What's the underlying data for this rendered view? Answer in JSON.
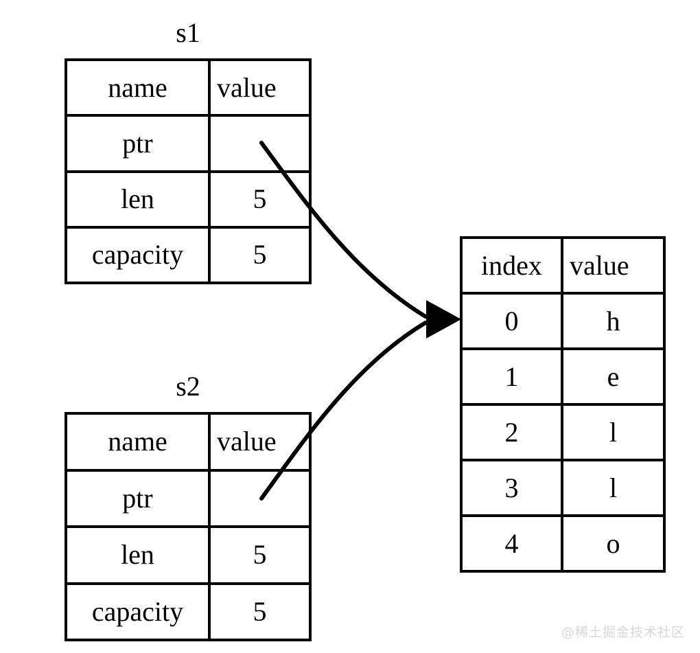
{
  "diagram": {
    "title_s1": "s1",
    "title_s2": "s2",
    "struct_headers": {
      "name": "name",
      "value": "value"
    },
    "heap_headers": {
      "index": "index",
      "value": "value"
    },
    "s1_rows": [
      {
        "name": "ptr",
        "value": ""
      },
      {
        "name": "len",
        "value": "5"
      },
      {
        "name": "capacity",
        "value": "5"
      }
    ],
    "s2_rows": [
      {
        "name": "ptr",
        "value": ""
      },
      {
        "name": "len",
        "value": "5"
      },
      {
        "name": "capacity",
        "value": "5"
      }
    ],
    "heap_rows": [
      {
        "index": "0",
        "value": "h"
      },
      {
        "index": "1",
        "value": "e"
      },
      {
        "index": "2",
        "value": "l"
      },
      {
        "index": "3",
        "value": "l"
      },
      {
        "index": "4",
        "value": "o"
      }
    ],
    "pointers": [
      {
        "from": "s1.ptr",
        "to": "heap.index.0"
      },
      {
        "from": "s2.ptr",
        "to": "heap.index.0"
      }
    ],
    "colors": {
      "stroke": "#000000",
      "background": "#ffffff",
      "watermark": "#d8d8d8"
    }
  },
  "watermark": {
    "text": "@稀土掘金技术社区"
  }
}
